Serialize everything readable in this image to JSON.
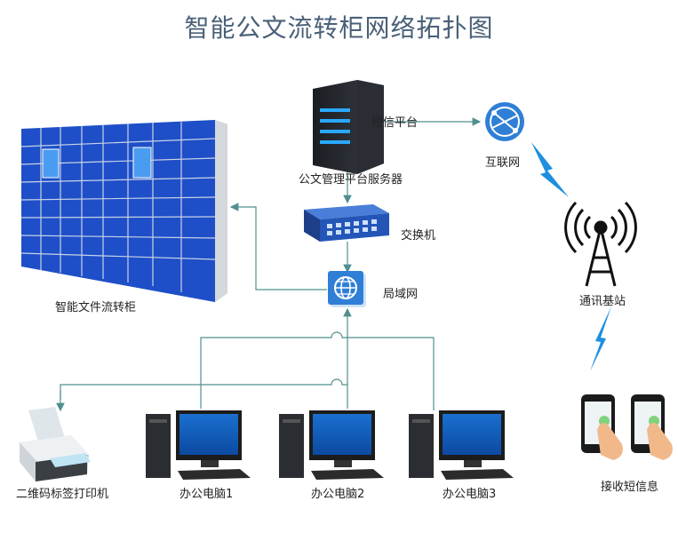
{
  "title": "智能公文流转柜网络拓扑图",
  "nodes": {
    "server": "公文管理平台服务器",
    "sms_platform": "短信平台",
    "internet": "互联网",
    "switch": "交换机",
    "lan": "局域网",
    "cabinet": "智能文件流转柜",
    "base_station": "通讯基站",
    "printer": "二维码标签打印机",
    "pc1": "办公电脑1",
    "pc2": "办公电脑2",
    "pc3": "办公电脑3",
    "sms_receive": "接收短信息"
  },
  "colors": {
    "accent": "#2f7fd6",
    "line": "#4f8f8f",
    "cabinet_blue": "#1e4fc8",
    "signal_blue": "#1e8fdf"
  }
}
